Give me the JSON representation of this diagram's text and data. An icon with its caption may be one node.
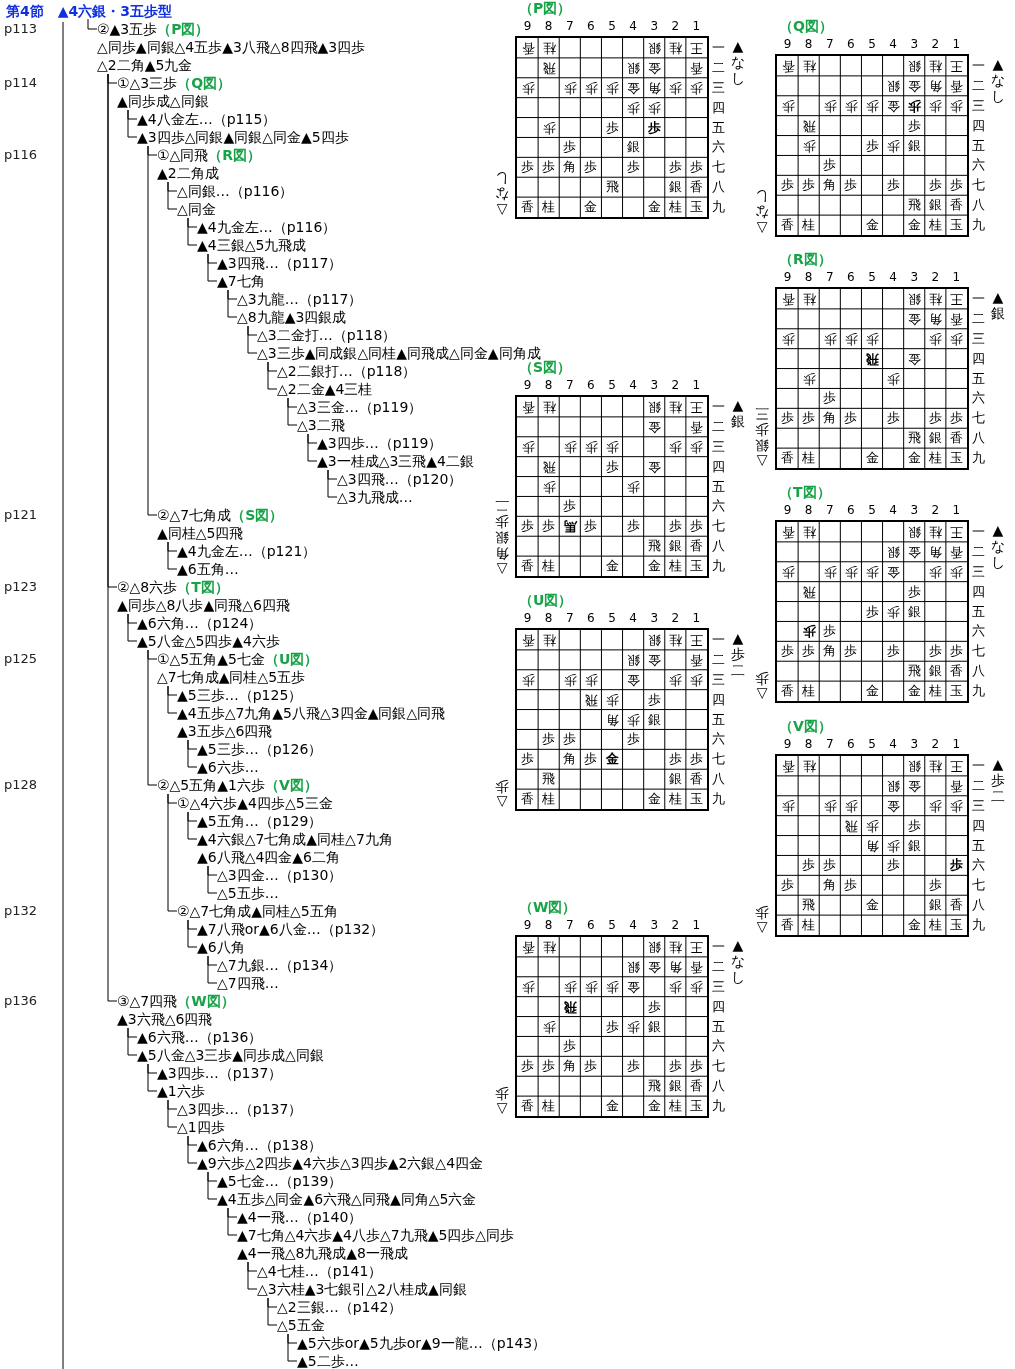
{
  "diagram": {
    "title": "第4節　▲4六銀・3五歩型",
    "nodes": [
      {
        "text": [
          "②▲3五歩",
          "△同歩▲同銀△4五歩▲3八飛△8四飛▲3四歩",
          "△2二角▲5九金"
        ],
        "beside": [
          "（P図）"
        ]
      },
      {
        "text": [
          "①△3三歩",
          "▲同歩成△同銀"
        ],
        "beside": [
          "（Q図）"
        ]
      },
      {
        "text": [
          "▲4八金左…（p115）"
        ]
      },
      {
        "text": [
          "▲3四歩△同銀▲同銀△同金▲5四歩"
        ]
      },
      {
        "text": [
          "①△同飛",
          "▲2二角成"
        ],
        "beside": [
          "（R図）"
        ]
      },
      {
        "text": [
          "△同銀…（p116）"
        ]
      },
      {
        "text": [
          "△同金"
        ]
      },
      {
        "text": [
          "▲4九金左…（p116）"
        ]
      },
      {
        "text": [
          "▲4三銀△5九飛成"
        ]
      },
      {
        "text": [
          "▲3四飛…（p117）"
        ]
      },
      {
        "text": [
          "▲7七角"
        ]
      },
      {
        "text": [
          "△3九龍…（p117）"
        ]
      },
      {
        "text": [
          "△8九龍▲3四銀成"
        ]
      },
      {
        "text": [
          "△3二金打…（p118）"
        ]
      },
      {
        "text": [
          "△3三歩▲同成銀△同桂▲同飛成△同金▲同角成"
        ]
      },
      {
        "text": [
          "△2二銀打…（p118）"
        ]
      },
      {
        "text": [
          "△2二金▲4三桂"
        ]
      },
      {
        "text": [
          "△3三金…（p119）"
        ]
      },
      {
        "text": [
          "△3二飛"
        ]
      },
      {
        "text": [
          "▲3四歩…（p119）"
        ]
      },
      {
        "text": [
          "▲3一桂成△3三飛▲4二銀"
        ]
      },
      {
        "text": [
          "△3四飛…（p120）"
        ]
      },
      {
        "text": [
          "△3九飛成…"
        ]
      },
      {
        "text": [
          "②△7七角成",
          "▲同桂△5四飛"
        ],
        "beside": [
          "（S図）"
        ]
      },
      {
        "text": [
          "▲4九金左…（p121）"
        ]
      },
      {
        "text": [
          "▲6五角…"
        ]
      },
      {
        "text": [
          "②△8六歩",
          "▲同歩△8八歩▲同飛△6四飛"
        ],
        "beside": [
          "（T図）"
        ]
      },
      {
        "text": [
          "▲6六角…（p124）"
        ]
      },
      {
        "text": [
          "▲5八金△5四歩▲4六歩"
        ]
      },
      {
        "text": [
          "①△5五角▲5七金",
          "△7七角成▲同桂△5五歩"
        ],
        "beside": [
          "（U図）"
        ]
      },
      {
        "text": [
          "▲5三歩…（p125）"
        ]
      },
      {
        "text": [
          "▲4五歩△7九角▲5八飛△3四金▲同銀△同飛",
          "▲3五歩△6四飛"
        ]
      },
      {
        "text": [
          "▲5三歩…（p126）"
        ]
      },
      {
        "text": [
          "▲6六歩…"
        ]
      },
      {
        "text": [
          "②△5五角▲1六歩"
        ],
        "beside": [
          "（V図）"
        ]
      },
      {
        "text": [
          "①△4六歩▲4四歩△5三金"
        ]
      },
      {
        "text": [
          "▲5五角…（p129）"
        ]
      },
      {
        "text": [
          "▲4六銀△7七角成▲同桂△7九角",
          "▲6八飛△4四金▲6二角"
        ]
      },
      {
        "text": [
          "△3四金…（p130）"
        ]
      },
      {
        "text": [
          "△5五歩…"
        ]
      },
      {
        "text": [
          "②△7七角成▲同桂△5五角"
        ]
      },
      {
        "text": [
          "▲7八飛or▲6八金…（p132）"
        ]
      },
      {
        "text": [
          "▲6八角"
        ]
      },
      {
        "text": [
          "△7九銀…（p134）"
        ]
      },
      {
        "text": [
          "△7四飛…"
        ]
      },
      {
        "text": [
          "③△7四飛",
          "▲3六飛△6四飛"
        ],
        "beside": [
          "（W図）"
        ]
      },
      {
        "text": [
          "▲6六飛…（p136）"
        ]
      },
      {
        "text": [
          "▲5八金△3三歩▲同歩成△同銀"
        ]
      },
      {
        "text": [
          "▲3四歩…（p137）"
        ]
      },
      {
        "text": [
          "▲1六歩"
        ]
      },
      {
        "text": [
          "△3四歩…（p137）"
        ]
      },
      {
        "text": [
          "△1四歩"
        ]
      },
      {
        "text": [
          "▲6六角…（p138）"
        ]
      },
      {
        "text": [
          "▲9六歩△2四歩▲4六歩△3四歩▲2六銀△4四金"
        ]
      },
      {
        "text": [
          "▲5七金…（p139）"
        ]
      },
      {
        "text": [
          "▲4五歩△同金▲6六飛△同飛▲同角△5六金"
        ]
      },
      {
        "text": [
          "▲4一飛…（p140）"
        ]
      },
      {
        "text": [
          "▲7七角△4六歩▲4八歩△7九飛▲5四歩△同歩",
          "▲4一飛△8九飛成▲8一飛成"
        ]
      },
      {
        "text": [
          "△4七桂…（p141）"
        ]
      },
      {
        "text": [
          "△3六桂▲3七銀引△2八桂成▲同銀"
        ]
      },
      {
        "text": [
          "△2三銀…（p142）"
        ]
      },
      {
        "text": [
          "△5五金"
        ]
      },
      {
        "text": [
          "▲5六歩or▲5九歩or▲9一龍…（p143）"
        ]
      },
      {
        "text": [
          "▲5二歩…"
        ]
      },
      {
        "text": [
          "（P図）",
          "9",
          "8",
          "7",
          "6",
          "5",
          "4",
          "3",
          "2",
          "1",
          "一",
          "二",
          "三",
          "四",
          "五",
          "六",
          "七",
          "八",
          "九",
          "香",
          "桂",
          "銀",
          "桂",
          "王",
          "飛",
          "銀",
          "金",
          "香",
          "歩",
          "歩",
          "歩",
          "歩",
          "金",
          "角",
          "歩",
          "歩",
          "歩",
          "歩",
          "歩",
          "歩",
          "歩",
          "歩",
          "銀",
          "歩",
          "歩",
          "角",
          "歩",
          "歩",
          "歩",
          "歩",
          "飛",
          "銀",
          "香",
          "香",
          "桂",
          "金",
          "金",
          "桂",
          "玉"
        ],
        "beside": [
          "▲なし",
          "△なし"
        ]
      },
      {
        "text": [
          "（Q図）",
          "9",
          "8",
          "7",
          "6",
          "5",
          "4",
          "3",
          "2",
          "1",
          "一",
          "二",
          "三",
          "四",
          "五",
          "六",
          "七",
          "八",
          "九",
          "香",
          "桂",
          "銀",
          "桂",
          "王",
          "銀",
          "金",
          "角",
          "香",
          "歩",
          "歩",
          "歩",
          "歩",
          "金",
          "歩",
          "歩",
          "歩",
          "飛",
          "歩",
          "歩",
          "歩",
          "歩",
          "銀",
          "歩",
          "歩",
          "歩",
          "角",
          "歩",
          "歩",
          "歩",
          "歩",
          "飛",
          "銀",
          "香",
          "香",
          "桂",
          "金",
          "金",
          "桂",
          "玉"
        ],
        "beside": [
          "▲なし",
          "△なし"
        ]
      },
      {
        "text": [
          "（R図）",
          "9",
          "8",
          "7",
          "6",
          "5",
          "4",
          "3",
          "2",
          "1",
          "一",
          "二",
          "三",
          "四",
          "五",
          "六",
          "七",
          "八",
          "九",
          "香",
          "桂",
          "銀",
          "桂",
          "王",
          "金",
          "角",
          "香",
          "歩",
          "歩",
          "歩",
          "歩",
          "歩",
          "歩",
          "飛",
          "金",
          "歩",
          "歩",
          "歩",
          "歩",
          "歩",
          "角",
          "歩",
          "歩",
          "歩",
          "歩",
          "飛",
          "銀",
          "香",
          "香",
          "桂",
          "金",
          "金",
          "桂",
          "玉"
        ],
        "beside": [
          "▲銀",
          "△銀歩三"
        ]
      },
      {
        "text": [
          "（S図）",
          "9",
          "8",
          "7",
          "6",
          "5",
          "4",
          "3",
          "2",
          "1",
          "一",
          "二",
          "三",
          "四",
          "五",
          "六",
          "七",
          "八",
          "九",
          "香",
          "桂",
          "銀",
          "桂",
          "王",
          "金",
          "香",
          "歩",
          "歩",
          "歩",
          "歩",
          "歩",
          "歩",
          "飛",
          "歩",
          "金",
          "歩",
          "歩",
          "歩",
          "歩",
          "歩",
          "馬",
          "歩",
          "歩",
          "歩",
          "歩",
          "飛",
          "銀",
          "香",
          "香",
          "桂",
          "金",
          "金",
          "桂",
          "玉"
        ],
        "beside": [
          "▲銀",
          "△角銀歩二"
        ]
      },
      {
        "text": [
          "（T図）",
          "9",
          "8",
          "7",
          "6",
          "5",
          "4",
          "3",
          "2",
          "1",
          "一",
          "二",
          "三",
          "四",
          "五",
          "六",
          "七",
          "八",
          "九",
          "香",
          "桂",
          "銀",
          "桂",
          "王",
          "銀",
          "金",
          "角",
          "香",
          "歩",
          "歩",
          "歩",
          "歩",
          "金",
          "歩",
          "歩",
          "飛",
          "歩",
          "歩",
          "歩",
          "銀",
          "歩",
          "歩",
          "歩",
          "歩",
          "角",
          "歩",
          "歩",
          "歩",
          "歩",
          "飛",
          "銀",
          "香",
          "香",
          "桂",
          "金",
          "金",
          "桂",
          "玉"
        ],
        "beside": [
          "▲なし",
          "△歩"
        ]
      },
      {
        "text": [
          "（U図）",
          "9",
          "8",
          "7",
          "6",
          "5",
          "4",
          "3",
          "2",
          "1",
          "一",
          "二",
          "三",
          "四",
          "五",
          "六",
          "七",
          "八",
          "九",
          "香",
          "桂",
          "銀",
          "桂",
          "王",
          "銀",
          "金",
          "香",
          "歩",
          "歩",
          "歩",
          "金",
          "歩",
          "歩",
          "飛",
          "歩",
          "歩",
          "角",
          "歩",
          "銀",
          "歩",
          "歩",
          "歩",
          "歩",
          "角",
          "歩",
          "金",
          "歩",
          "歩",
          "飛",
          "銀",
          "香",
          "香",
          "桂",
          "金",
          "桂",
          "玉"
        ],
        "beside": [
          "▲歩二",
          "△歩"
        ]
      },
      {
        "text": [
          "（V図）",
          "9",
          "8",
          "7",
          "6",
          "5",
          "4",
          "3",
          "2",
          "1",
          "一",
          "二",
          "三",
          "四",
          "五",
          "六",
          "七",
          "八",
          "九",
          "香",
          "桂",
          "銀",
          "桂",
          "王",
          "銀",
          "金",
          "香",
          "歩",
          "歩",
          "歩",
          "金",
          "歩",
          "歩",
          "飛",
          "歩",
          "歩",
          "角",
          "歩",
          "銀",
          "歩",
          "歩",
          "歩",
          "歩",
          "歩",
          "角",
          "歩",
          "歩",
          "飛",
          "金",
          "銀",
          "香",
          "香",
          "桂",
          "金",
          "桂",
          "玉"
        ],
        "beside": [
          "▲歩二",
          "△歩"
        ]
      },
      {
        "text": [
          "（W図）",
          "9",
          "8",
          "7",
          "6",
          "5",
          "4",
          "3",
          "2",
          "1",
          "一",
          "二",
          "三",
          "四",
          "五",
          "六",
          "七",
          "八",
          "九",
          "香",
          "桂",
          "銀",
          "桂",
          "王",
          "銀",
          "金",
          "角",
          "香",
          "歩",
          "歩",
          "歩",
          "歩",
          "金",
          "歩",
          "歩",
          "飛",
          "歩",
          "歩",
          "歩",
          "歩",
          "銀",
          "歩",
          "歩",
          "歩",
          "角",
          "歩",
          "歩",
          "歩",
          "歩",
          "飛",
          "銀",
          "香",
          "香",
          "桂",
          "金",
          "金",
          "桂",
          "玉"
        ],
        "beside": [
          "▲なし",
          "△歩"
        ]
      }
    ],
    "edges": [
      {
        "from": null,
        "to": 0,
        "arrow": "none"
      },
      {
        "from": 0,
        "to": 1,
        "arrow": "none"
      },
      {
        "from": 1,
        "to": 2,
        "arrow": "none"
      },
      {
        "from": 1,
        "to": 3,
        "arrow": "none"
      },
      {
        "from": 3,
        "to": 4,
        "arrow": "none"
      },
      {
        "from": 4,
        "to": 5,
        "arrow": "none"
      },
      {
        "from": 4,
        "to": 6,
        "arrow": "none"
      },
      {
        "from": 6,
        "to": 7,
        "arrow": "none"
      },
      {
        "from": 6,
        "to": 8,
        "arrow": "none"
      },
      {
        "from": 8,
        "to": 9,
        "arrow": "none"
      },
      {
        "from": 8,
        "to": 10,
        "arrow": "none"
      },
      {
        "from": 10,
        "to": 11,
        "arrow": "none"
      },
      {
        "from": 10,
        "to": 12,
        "arrow": "none"
      },
      {
        "from": 12,
        "to": 13,
        "arrow": "none"
      },
      {
        "from": 12,
        "to": 14,
        "arrow": "none"
      },
      {
        "from": 14,
        "to": 15,
        "arrow": "none"
      },
      {
        "from": 14,
        "to": 16,
        "arrow": "none"
      },
      {
        "from": 16,
        "to": 17,
        "arrow": "none"
      },
      {
        "from": 16,
        "to": 18,
        "arrow": "none"
      },
      {
        "from": 18,
        "to": 19,
        "arrow": "none"
      },
      {
        "from": 18,
        "to": 20,
        "arrow": "none"
      },
      {
        "from": 20,
        "to": 21,
        "arrow": "none"
      },
      {
        "from": 20,
        "to": 22,
        "arrow": "none"
      },
      {
        "from": 3,
        "to": 23,
        "arrow": "none"
      },
      {
        "from": 23,
        "to": 24,
        "arrow": "none"
      },
      {
        "from": 23,
        "to": 25,
        "arrow": "none"
      },
      {
        "from": 0,
        "to": 26,
        "arrow": "none"
      },
      {
        "from": 26,
        "to": 27,
        "arrow": "none"
      },
      {
        "from": 26,
        "to": 28,
        "arrow": "none"
      },
      {
        "from": 28,
        "to": 29,
        "arrow": "none"
      },
      {
        "from": 29,
        "to": 30,
        "arrow": "none"
      },
      {
        "from": 29,
        "to": 31,
        "arrow": "none"
      },
      {
        "from": 31,
        "to": 32,
        "arrow": "none"
      },
      {
        "from": 31,
        "to": 33,
        "arrow": "none"
      },
      {
        "from": 28,
        "to": 34,
        "arrow": "none"
      },
      {
        "from": 34,
        "to": 35,
        "arrow": "none"
      },
      {
        "from": 35,
        "to": 36,
        "arrow": "none"
      },
      {
        "from": 35,
        "to": 37,
        "arrow": "none"
      },
      {
        "from": 37,
        "to": 38,
        "arrow": "none"
      },
      {
        "from": 37,
        "to": 39,
        "arrow": "none"
      },
      {
        "from": 34,
        "to": 40,
        "arrow": "none"
      },
      {
        "from": 40,
        "to": 41,
        "arrow": "none"
      },
      {
        "from": 40,
        "to": 42,
        "arrow": "none"
      },
      {
        "from": 42,
        "to": 43,
        "arrow": "none"
      },
      {
        "from": 42,
        "to": 44,
        "arrow": "none"
      },
      {
        "from": 0,
        "to": 45,
        "arrow": "none"
      },
      {
        "from": 45,
        "to": 46,
        "arrow": "none"
      },
      {
        "from": 45,
        "to": 47,
        "arrow": "none"
      },
      {
        "from": 47,
        "to": 48,
        "arrow": "none"
      },
      {
        "from": 47,
        "to": 49,
        "arrow": "none"
      },
      {
        "from": 49,
        "to": 50,
        "arrow": "none"
      },
      {
        "from": 49,
        "to": 51,
        "arrow": "none"
      },
      {
        "from": 51,
        "to": 52,
        "arrow": "none"
      },
      {
        "from": 51,
        "to": 53,
        "arrow": "none"
      },
      {
        "from": 53,
        "to": 54,
        "arrow": "none"
      },
      {
        "from": 53,
        "to": 55,
        "arrow": "none"
      },
      {
        "from": 55,
        "to": 56,
        "arrow": "none"
      },
      {
        "from": 55,
        "to": 57,
        "arrow": "none"
      },
      {
        "from": 57,
        "to": 58,
        "arrow": "none"
      },
      {
        "from": 57,
        "to": 59,
        "arrow": "none"
      },
      {
        "from": 59,
        "to": 60,
        "arrow": "none"
      },
      {
        "from": 59,
        "to": 61,
        "arrow": "none"
      },
      {
        "from": 61,
        "to": 62,
        "arrow": "none"
      },
      {
        "from": 61,
        "to": 63,
        "arrow": "none"
      }
    ],
    "labels": [
      "p113",
      "p114",
      "p116",
      "p121",
      "p123",
      "p125",
      "p128",
      "p132",
      "p136"
    ]
  }
}
